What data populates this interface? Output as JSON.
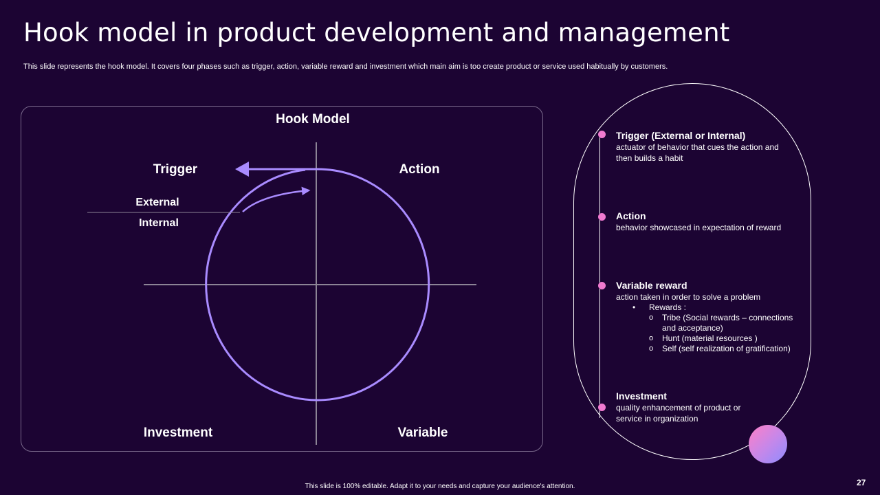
{
  "slide": {
    "title": "Hook model in product development and management",
    "subtitle": "This slide represents the hook model. It covers four phases such as trigger, action, variable reward and investment which main aim is too create product or service used habitually by customers.",
    "footer": "This slide is 100% editable.  Adapt it to your needs and capture your audience's attention.",
    "page_number": "27"
  },
  "diagram": {
    "title": "Hook Model",
    "quadrants": {
      "trigger": "Trigger",
      "action": "Action",
      "investment": "Investment",
      "variable": "Variable"
    },
    "trigger_types": {
      "external": "External",
      "internal": "Internal"
    },
    "colors": {
      "accent": "#a98bff",
      "axis": "#8c8496"
    }
  },
  "phases": [
    {
      "title": "Trigger (External or Internal)",
      "desc": "actuator of behavior  that cues the action and then builds a habit"
    },
    {
      "title": "Action",
      "desc": "behavior  showcased  in expectation of reward"
    },
    {
      "title": "Variable reward",
      "desc": "action taken in order  to solve  a problem",
      "bullet_marker": "•",
      "bullet": "Rewards  :",
      "sub_marker": "o",
      "sub_items": [
        "Tribe (Social rewards – connections and acceptance)",
        "Hunt (material resources )",
        "Self (self realization of gratification)"
      ]
    },
    {
      "title": "Investment",
      "desc": "quality enhancement  of product or service  in organization"
    }
  ],
  "colors": {
    "background": "#1c0433",
    "dot": "#f07ad0"
  }
}
